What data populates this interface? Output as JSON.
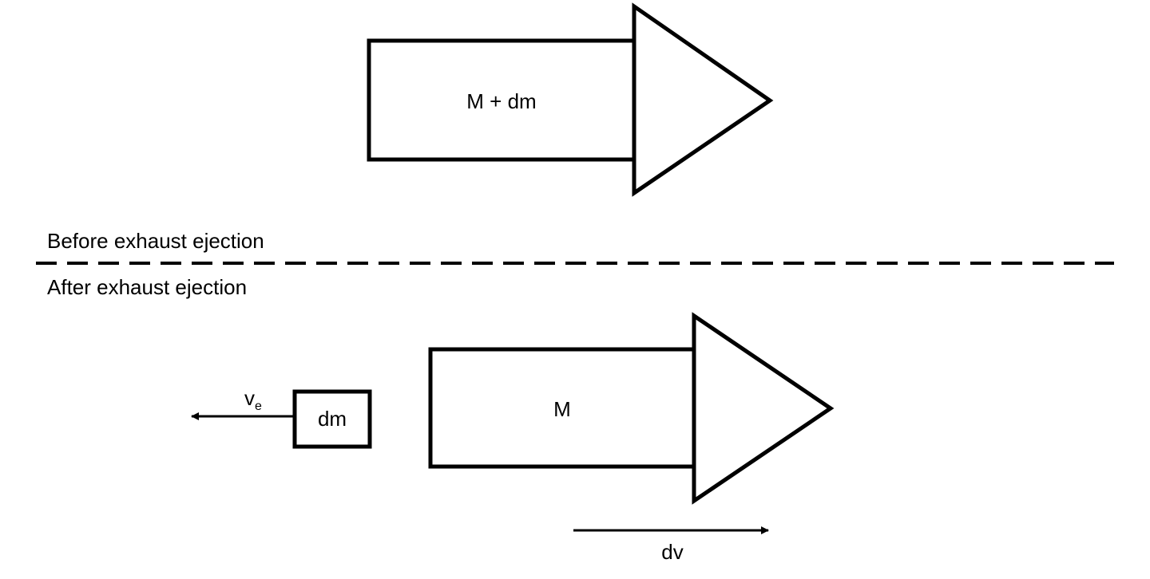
{
  "before": {
    "rocket_label": "M + dm",
    "caption": "Before exhaust ejection"
  },
  "after": {
    "caption": "After exhaust ejection",
    "rocket_label": "M",
    "exhaust_label": "dm",
    "exhaust_velocity": {
      "symbol": "v",
      "subscript": "e"
    },
    "rocket_velocity_label": "dv"
  },
  "colors": {
    "stroke": "#000000",
    "background": "#ffffff"
  }
}
